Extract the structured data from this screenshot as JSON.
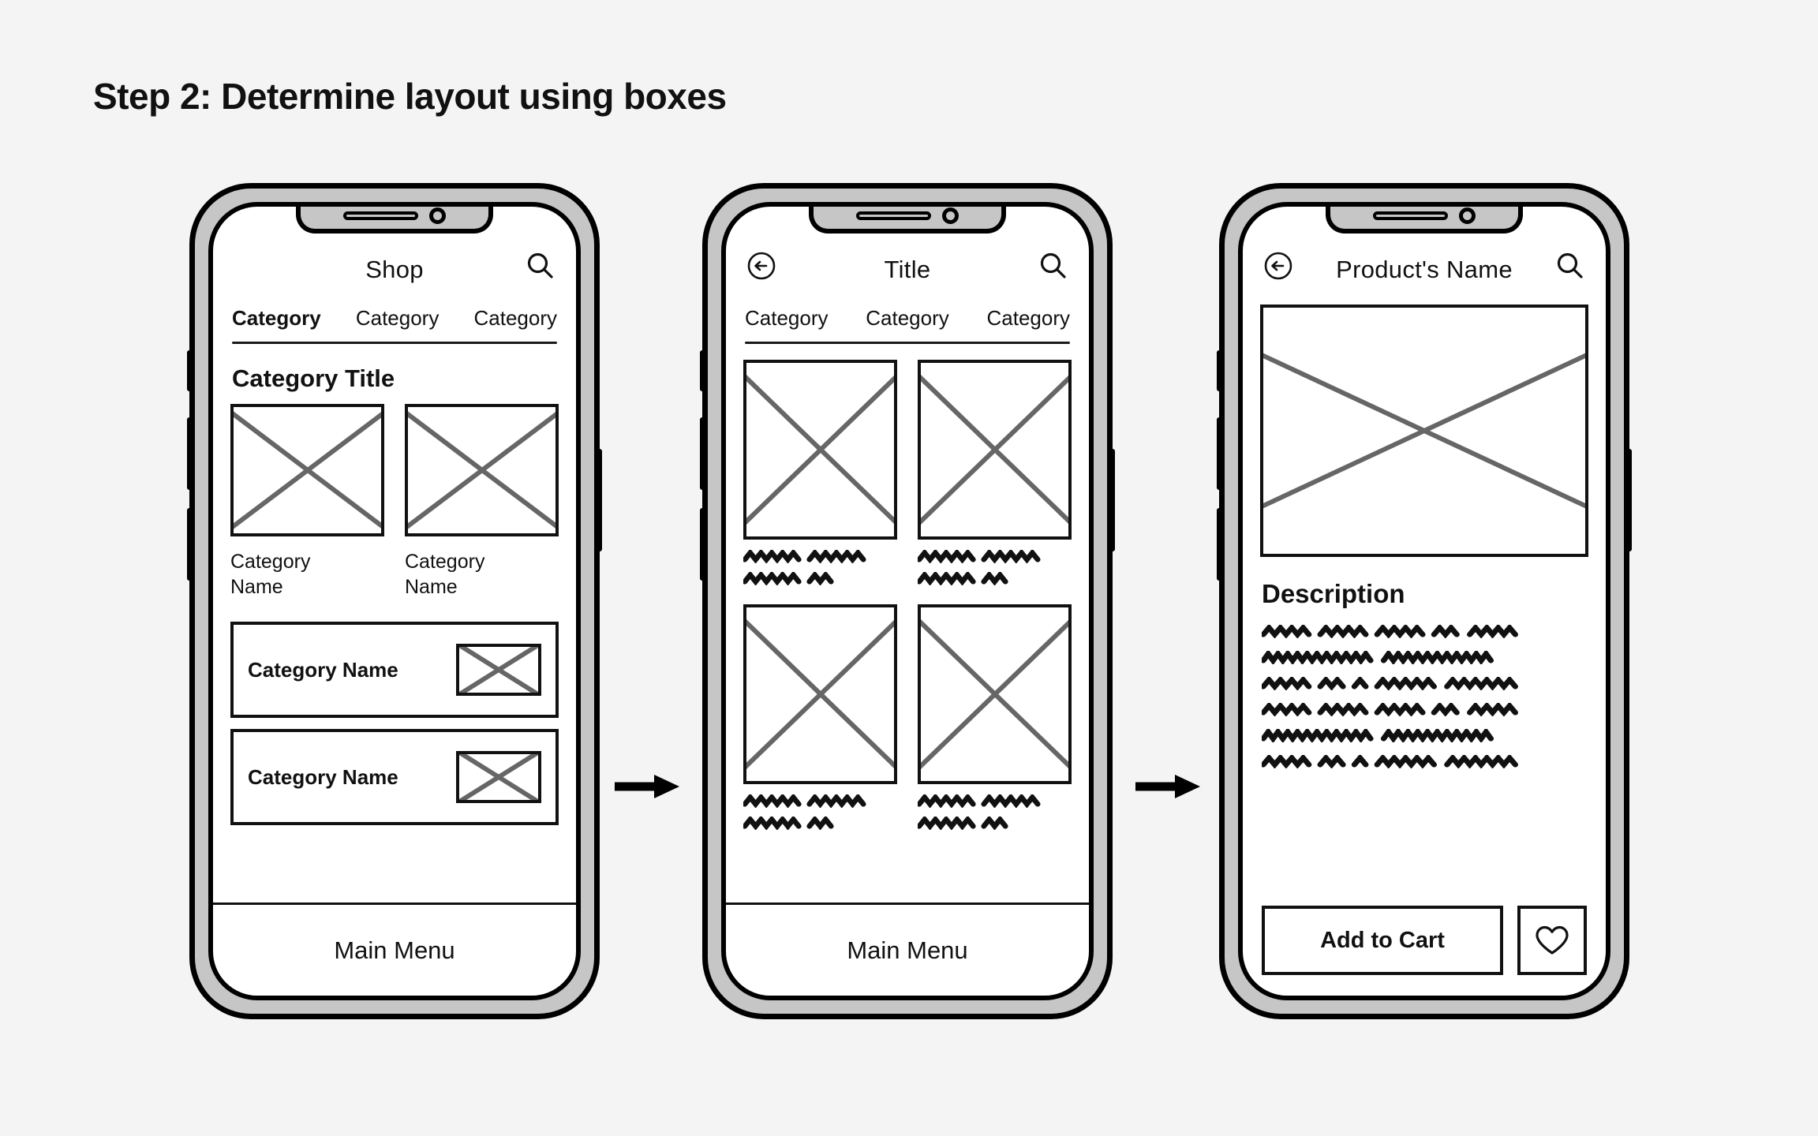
{
  "page": {
    "title": "Step 2: Determine layout using boxes",
    "background_color": "#f4f4f4",
    "ink_color": "#111111",
    "bezel_color": "#c6c6c6",
    "placeholder_x_color": "#666666"
  },
  "flow": {
    "arrow_1": "arrow-right-icon",
    "arrow_2": "arrow-right-icon"
  },
  "screens": [
    {
      "id": "shop",
      "appbar": {
        "back_icon": null,
        "title": "Shop",
        "search_icon": "search-icon"
      },
      "tabs": [
        {
          "label": "Category",
          "active": true
        },
        {
          "label": "Category",
          "active": false
        },
        {
          "label": "Category",
          "active": false
        }
      ],
      "section_title": "Category Title",
      "cards": [
        {
          "image": "image-placeholder",
          "label": "Category\nName"
        },
        {
          "image": "image-placeholder",
          "label": "Category\nName"
        }
      ],
      "rows": [
        {
          "label": "Category Name",
          "thumb": "image-placeholder"
        },
        {
          "label": "Category Name",
          "thumb": "image-placeholder"
        }
      ],
      "footer": {
        "label": "Main Menu"
      }
    },
    {
      "id": "category-listing",
      "appbar": {
        "back_icon": "back-arrow-icon",
        "title": "Title",
        "search_icon": "search-icon"
      },
      "tabs": [
        {
          "label": "Category",
          "active": false
        },
        {
          "label": "Category",
          "active": false
        },
        {
          "label": "Category",
          "active": true
        }
      ],
      "products": [
        {
          "image": "image-placeholder",
          "text_lines": 2
        },
        {
          "image": "image-placeholder",
          "text_lines": 2
        },
        {
          "image": "image-placeholder",
          "text_lines": 2
        },
        {
          "image": "image-placeholder",
          "text_lines": 2
        }
      ],
      "footer": {
        "label": "Main Menu"
      }
    },
    {
      "id": "product-detail",
      "appbar": {
        "back_icon": "back-arrow-icon",
        "title": "Product's Name",
        "search_icon": "search-icon"
      },
      "hero_image": "image-placeholder",
      "description_title": "Description",
      "description_lines": 6,
      "actions": {
        "add_to_cart_label": "Add to Cart",
        "favorite_icon": "heart-icon"
      }
    }
  ]
}
